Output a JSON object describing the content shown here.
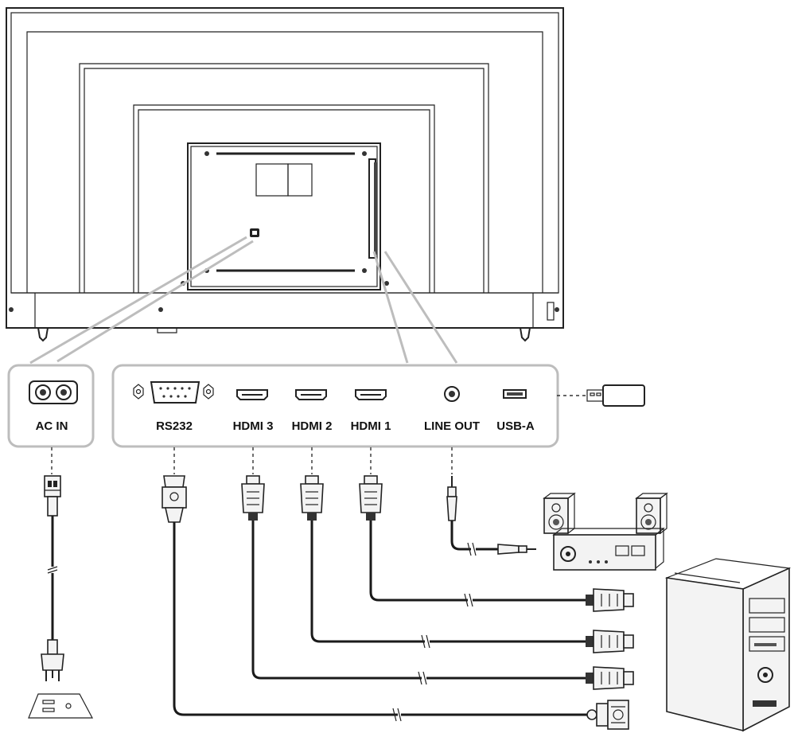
{
  "diagram": {
    "ports": {
      "ac_in": "AC IN",
      "rs232": "RS232",
      "hdmi3": "HDMI 3",
      "hdmi2": "HDMI 2",
      "hdmi1": "HDMI 1",
      "line_out": "LINE OUT",
      "usb_a": "USB-A"
    }
  }
}
